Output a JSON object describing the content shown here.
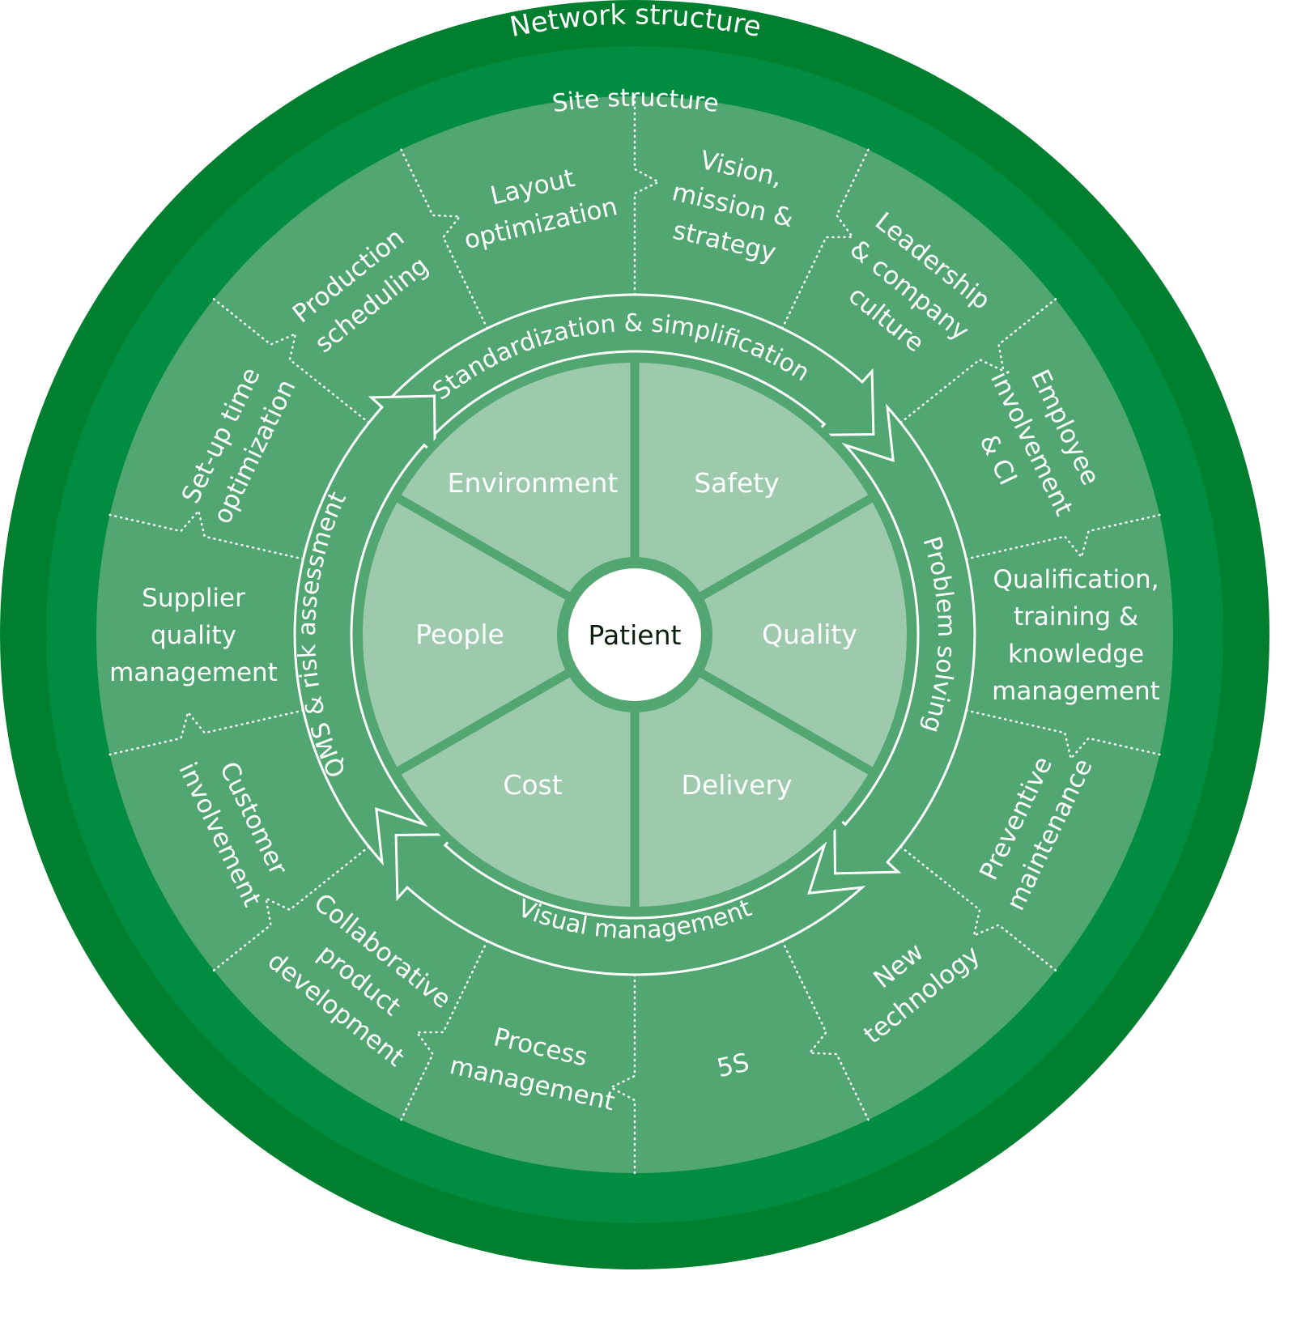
{
  "colors": {
    "network_ring": "#007f2f",
    "site_ring": "#008d42",
    "outer_segments": "#52a671",
    "core": "#9dc9ad",
    "spokes": "#52a671",
    "patient_fill": "#ffffff",
    "patient_text": "#0b1f0f",
    "text": "#ffffff"
  },
  "rings": {
    "network": "Network structure",
    "site": "Site structure"
  },
  "outer_topics": [
    {
      "lines": [
        "Vision,",
        "mission &",
        "strategy"
      ]
    },
    {
      "lines": [
        "Leadership",
        "& company",
        "culture"
      ]
    },
    {
      "lines": [
        "Employee",
        "involvement",
        "& CI"
      ]
    },
    {
      "lines": [
        "Qualification,",
        "training &",
        "knowledge",
        "management"
      ]
    },
    {
      "lines": [
        "Preventive",
        "maintenance"
      ]
    },
    {
      "lines": [
        "New",
        "technology"
      ]
    },
    {
      "lines": [
        "5S"
      ]
    },
    {
      "lines": [
        "Process",
        "management"
      ]
    },
    {
      "lines": [
        "Collaborative",
        "product",
        "development"
      ]
    },
    {
      "lines": [
        "Customer",
        "involvement"
      ]
    },
    {
      "lines": [
        "Supplier",
        "quality",
        "management"
      ]
    },
    {
      "lines": [
        "Set-up time",
        "optimization"
      ]
    },
    {
      "lines": [
        "Production",
        "scheduling"
      ]
    },
    {
      "lines": [
        "Layout",
        "optimization"
      ]
    }
  ],
  "cycle_arrows": [
    {
      "label": "Standardization & simplification"
    },
    {
      "label": "Problem solving"
    },
    {
      "label": "Visual management"
    },
    {
      "label": "QMS & risk assessment"
    }
  ],
  "core_segments": [
    "Safety",
    "Quality",
    "Delivery",
    "Cost",
    "People",
    "Environment"
  ],
  "center": {
    "label": "Patient"
  }
}
